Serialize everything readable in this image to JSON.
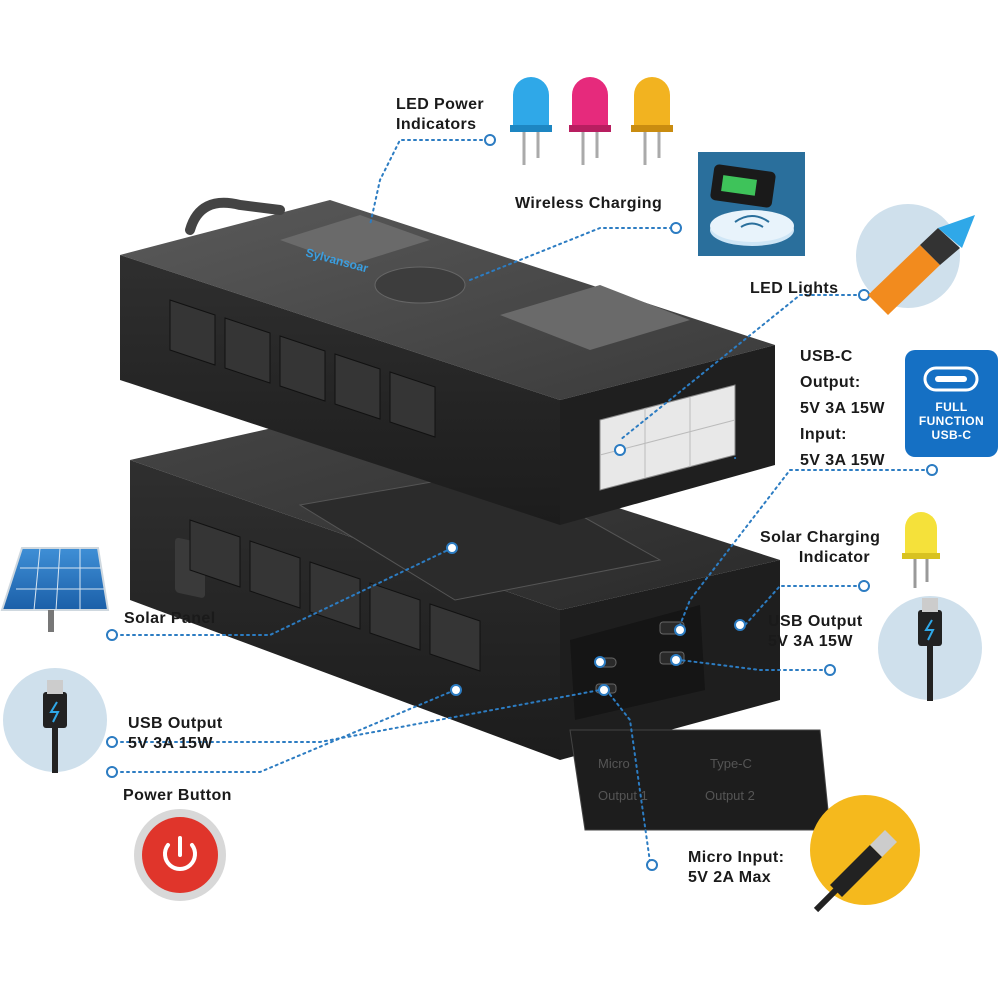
{
  "callouts": {
    "led_power_indicators": {
      "line1": "LED Power",
      "line2": "Indicators"
    },
    "wireless_charging": "Wireless Charging",
    "led_lights": "LED Lights",
    "usb_c": {
      "line1": "USB-C",
      "line2": "Output:",
      "line3": "5V 3A 15W",
      "line4": "Input:",
      "line5": "5V 3A 15W"
    },
    "solar_charging_indicator": {
      "line1": "Solar Charging",
      "line2": "Indicator"
    },
    "usb_output_right": {
      "line1": "USB Output",
      "line2": "5V 3A 15W"
    },
    "solar_panel": "Solar Panel",
    "usb_output_left": {
      "line1": "USB Output",
      "line2": "5V 3A 15W"
    },
    "power_button": "Power Button",
    "micro_input": {
      "line1": "Micro Input:",
      "line2": "5V 2A Max"
    }
  },
  "badges": {
    "usb_c_badge": {
      "line1": "FULL",
      "line2": "FUNCTION",
      "line3": "USB-C"
    }
  },
  "device": {
    "brand": "Sylvansoar",
    "port_cover_label_1": "Micro",
    "port_cover_label_2": "Output 1",
    "port_cover_label_3": "Type-C",
    "port_cover_label_4": "Output 2"
  },
  "colors": {
    "leader": "#2c7cc2",
    "device_body": "#2b2b2b",
    "device_top": "#4a4a4a",
    "circle_bg": "#cfe0ec",
    "led_blue": "#2fa8e8",
    "led_pink": "#e62a7c",
    "led_yellow": "#f2b320",
    "power_red": "#e0352b",
    "usb_c_blue": "#1570c4",
    "micro_circle_yellow": "#f5b91d"
  },
  "icons": [
    "led-blue-icon",
    "led-pink-icon",
    "led-yellow-icon",
    "wireless-charging-icon",
    "flashlight-icon",
    "usb-c-badge-icon",
    "solar-led-icon",
    "usb-cable-icon",
    "solar-panel-icon",
    "power-button-icon",
    "micro-usb-cable-icon"
  ]
}
